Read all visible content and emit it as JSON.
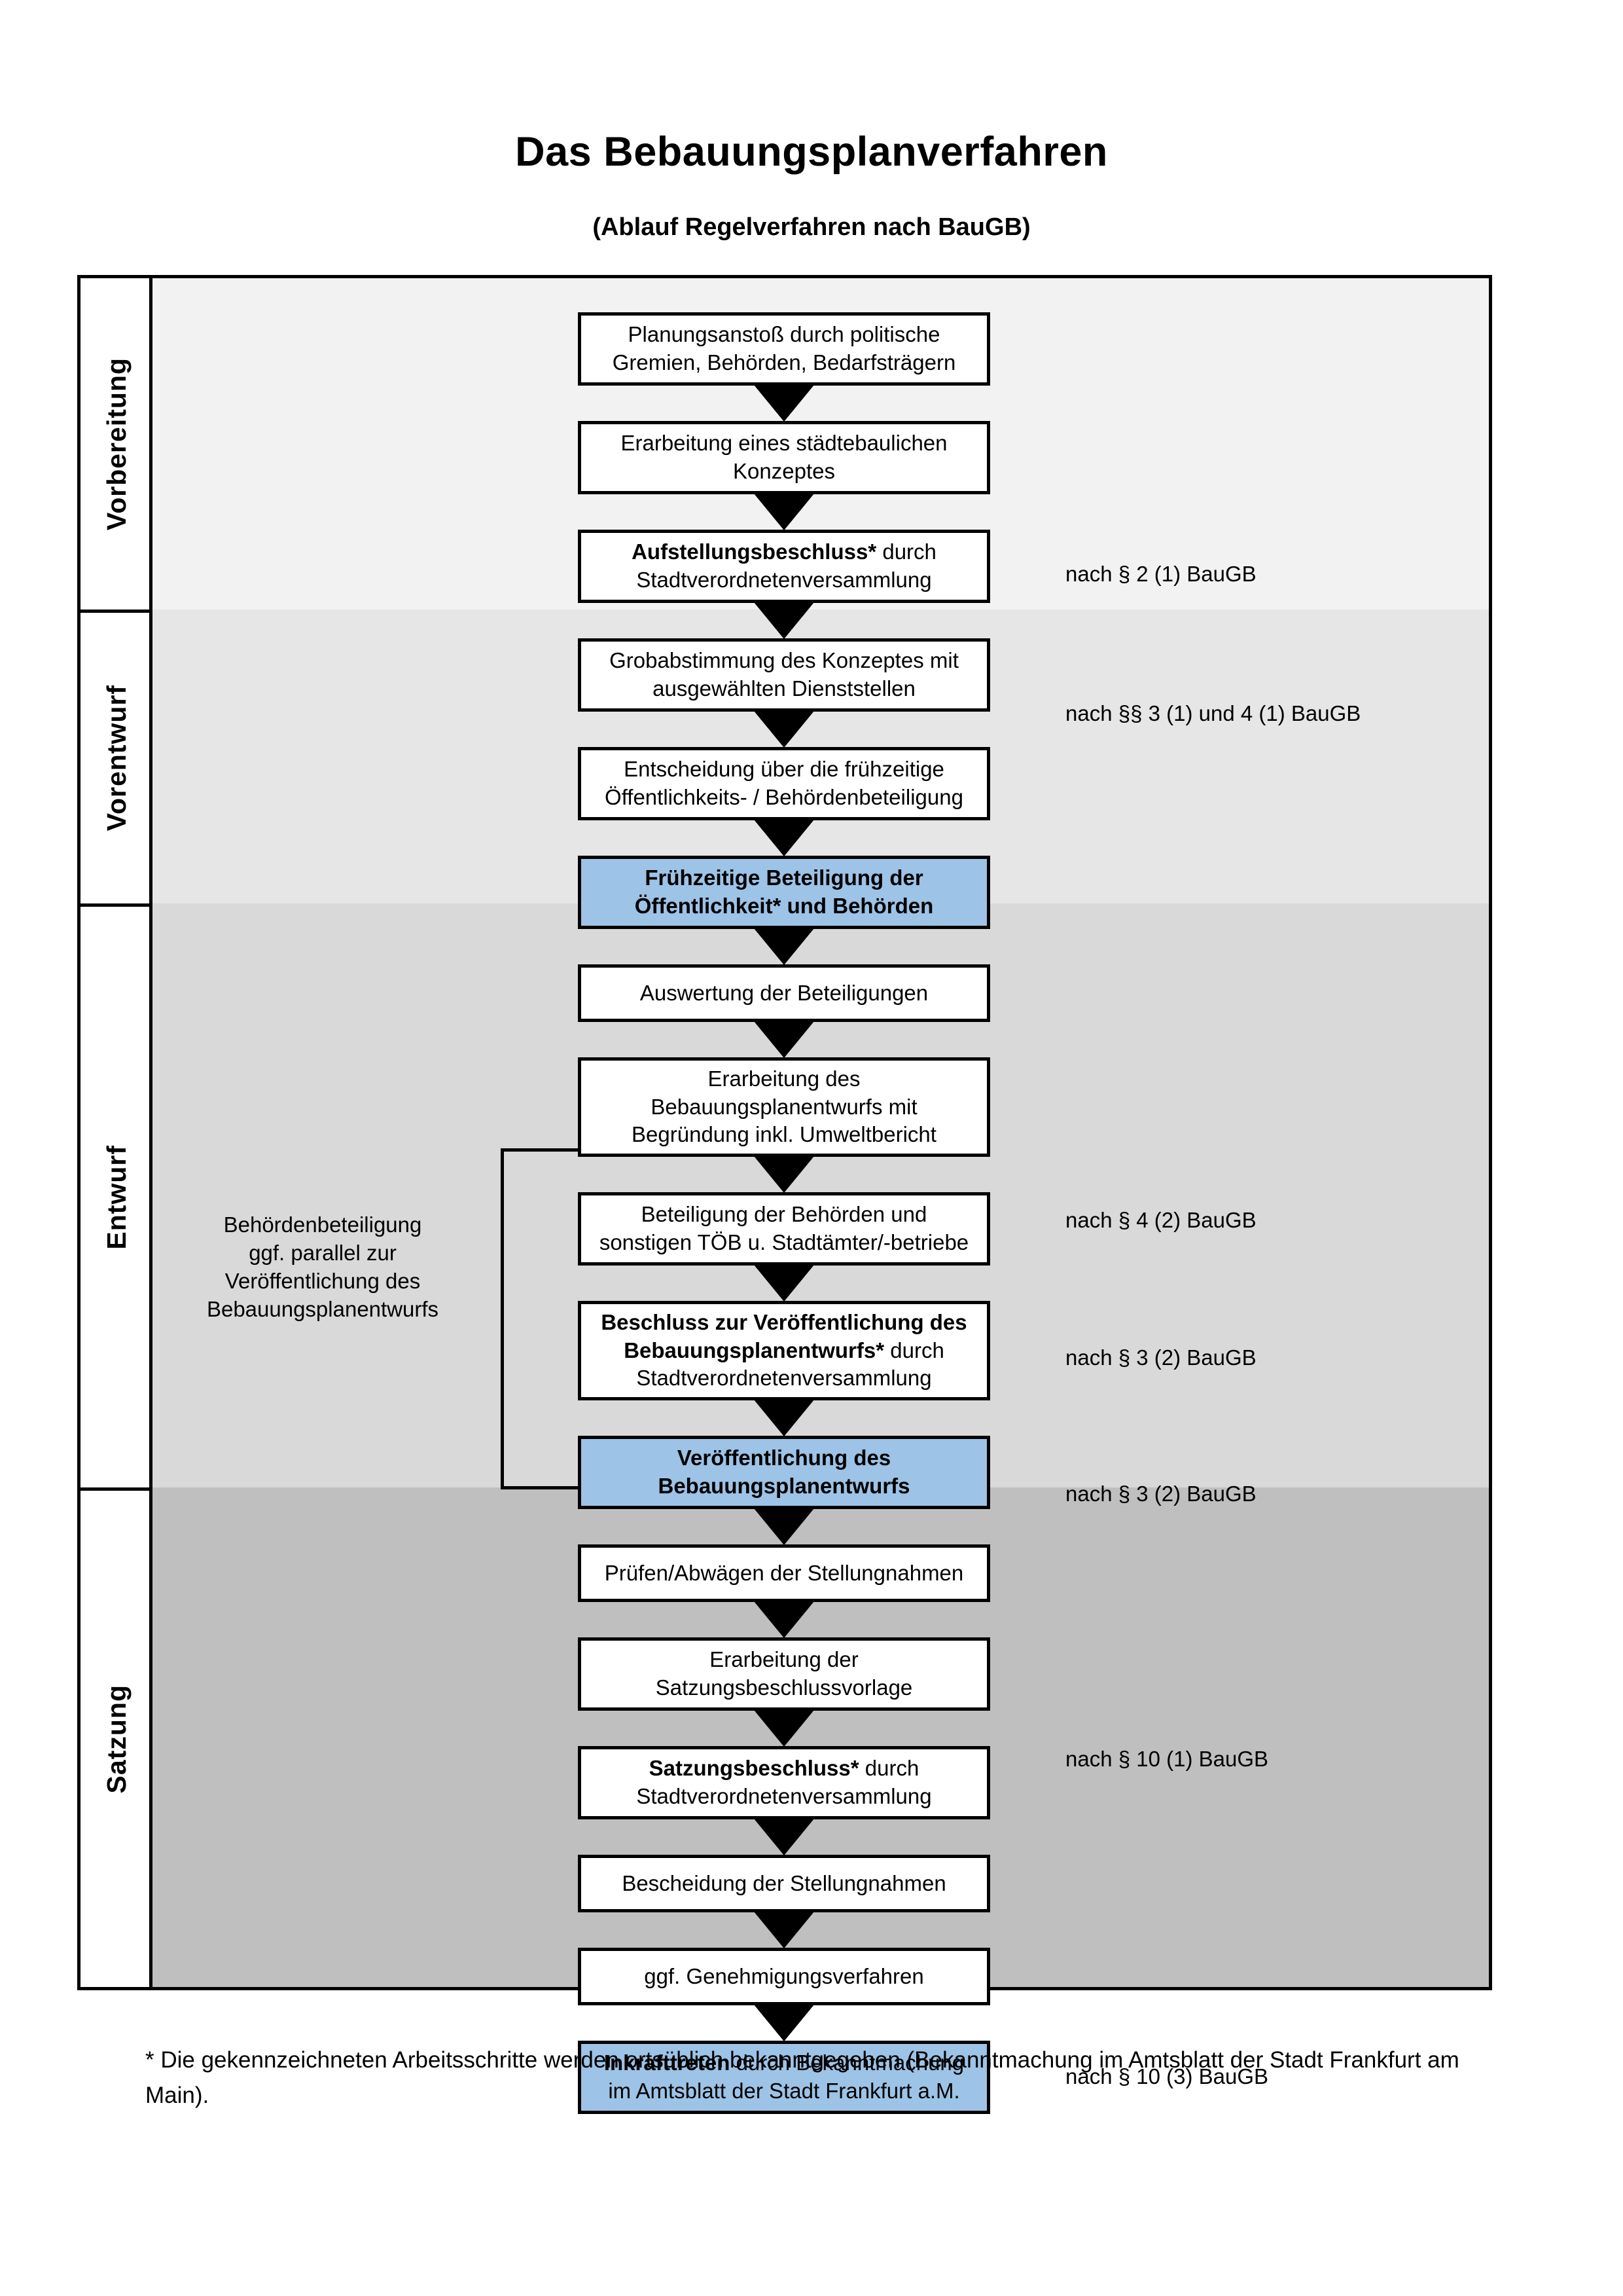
{
  "header": {
    "title": "Das Bebauungsplanverfahren",
    "subtitle": "(Ablauf Regelverfahren nach BauGB)"
  },
  "phases": [
    {
      "id": "vorbereitung",
      "label": "Vorbereitung",
      "background": "#f2f2f2"
    },
    {
      "id": "vorentwurf",
      "label": "Vorentwurf",
      "background": "#e6e6e6"
    },
    {
      "id": "entwurf",
      "label": "Entwurf",
      "background": "#d9d9d9"
    },
    {
      "id": "satzung",
      "label": "Satzung",
      "background": "#bfbfbf"
    }
  ],
  "steps": [
    {
      "id": "planungsanstoss",
      "line1": "Planungsanstoß durch politische",
      "line2": "Gremien, Behörden, Bedarfsträgern",
      "bold_prefix": "",
      "highlight": false
    },
    {
      "id": "staedtebauliches-konzept",
      "line1": "Erarbeitung eines städtebaulichen",
      "line2": "Konzeptes",
      "bold_prefix": "",
      "highlight": false
    },
    {
      "id": "aufstellungsbeschluss",
      "bold_prefix": "Aufstellungsbeschluss*",
      "line1": " durch",
      "line2": "Stadtverordnetenversammlung",
      "highlight": false
    },
    {
      "id": "grobabstimmung",
      "line1": "Grobabstimmung des Konzeptes mit",
      "line2": "ausgewählten Dienststellen",
      "bold_prefix": "",
      "highlight": false
    },
    {
      "id": "entscheidung-fruehzeitige-beteiligung",
      "line1": "Entscheidung über die frühzeitige",
      "line2": "Öffentlichkeits- / Behördenbeteiligung",
      "bold_prefix": "",
      "highlight": false
    },
    {
      "id": "fruehzeitige-beteiligung",
      "line1": "Frühzeitige Beteiligung der",
      "line2": "Öffentlichkeit* und Behörden",
      "bold_prefix": "",
      "highlight": true,
      "all_bold": true
    },
    {
      "id": "auswertung-beteiligungen",
      "line1": "Auswertung der Beteiligungen",
      "line2": "",
      "bold_prefix": "",
      "highlight": false
    },
    {
      "id": "erarbeitung-bplanentwurf",
      "line1": "Erarbeitung des",
      "line2": "Bebauungsplanentwurfs mit",
      "line3": "Begründung inkl. Umweltbericht",
      "bold_prefix": "",
      "highlight": false
    },
    {
      "id": "beteiligung-behoerden-toeb",
      "line1": "Beteiligung der Behörden und",
      "line2": "sonstigen TÖB u. Stadtämter/-betriebe",
      "bold_prefix": "",
      "highlight": false
    },
    {
      "id": "beschluss-veroeffentlichung",
      "bold_prefix": "Beschluss zur Veröffentlichung des Bebauungsplanentwurfs*",
      "line1": " durch",
      "line2": "Stadtverordnetenversammlung",
      "highlight": false
    },
    {
      "id": "veroeffentlichung-bplanentwurf",
      "line1": "Veröffentlichung des",
      "line2": "Bebauungsplanentwurfs",
      "bold_prefix": "",
      "highlight": true,
      "all_bold": true
    },
    {
      "id": "pruefen-abwaegen",
      "line1": "Prüfen/Abwägen der Stellungnahmen",
      "line2": "",
      "bold_prefix": "",
      "highlight": false
    },
    {
      "id": "erarbeitung-satzungsbeschlussvorlage",
      "line1": "Erarbeitung der",
      "line2": "Satzungsbeschlussvorlage",
      "bold_prefix": "",
      "highlight": false
    },
    {
      "id": "satzungsbeschluss",
      "bold_prefix": "Satzungsbeschluss*",
      "line1": " durch",
      "line2": "Stadtverordnetenversammlung",
      "highlight": false
    },
    {
      "id": "bescheidung-stellungnahmen",
      "line1": "Bescheidung der Stellungnahmen",
      "line2": "",
      "bold_prefix": "",
      "highlight": false
    },
    {
      "id": "genehmigungsverfahren",
      "line1": "ggf. Genehmigungsverfahren",
      "line2": "",
      "bold_prefix": "",
      "highlight": false
    },
    {
      "id": "inkrafttreten",
      "bold_prefix": "Inkrafttreten",
      "line1": " durch Bekanntmachung",
      "line2": "im Amtsblatt der Stadt Frankfurt a.M.",
      "highlight": true
    }
  ],
  "law_notes": [
    {
      "id": "note-par2-1",
      "text": "nach § 2 (1) BauGB"
    },
    {
      "id": "note-par3-4-1",
      "text": "nach §§ 3 (1) und 4 (1) BauGB"
    },
    {
      "id": "note-par4-2",
      "text": "nach § 4 (2) BauGB"
    },
    {
      "id": "note-par3-2-a",
      "text": "nach § 3 (2) BauGB"
    },
    {
      "id": "note-par3-2-b",
      "text": "nach § 3 (2) BauGB"
    },
    {
      "id": "note-par10-1",
      "text": "nach § 10 (1) BauGB"
    },
    {
      "id": "note-par10-3",
      "text": "nach § 10 (3) BauGB"
    }
  ],
  "side_note": {
    "line1": "Behördenbeteiligung",
    "line2": "ggf. parallel zur",
    "line3": "Veröffentlichung des",
    "line4": "Bebauungsplanentwurfs"
  },
  "footnote": {
    "text": "* Die gekennzeichneten Arbeitsschritte werden ortsüblich bekanntgegeben (Bekanntmachung im Amtsblatt  der Stadt Frankfurt am Main)."
  },
  "colors": {
    "highlight_box": "#9dc3e6",
    "border": "#000000",
    "band_1": "#f2f2f2",
    "band_2": "#e6e6e6",
    "band_3": "#d9d9d9",
    "band_4": "#bfbfbf"
  }
}
